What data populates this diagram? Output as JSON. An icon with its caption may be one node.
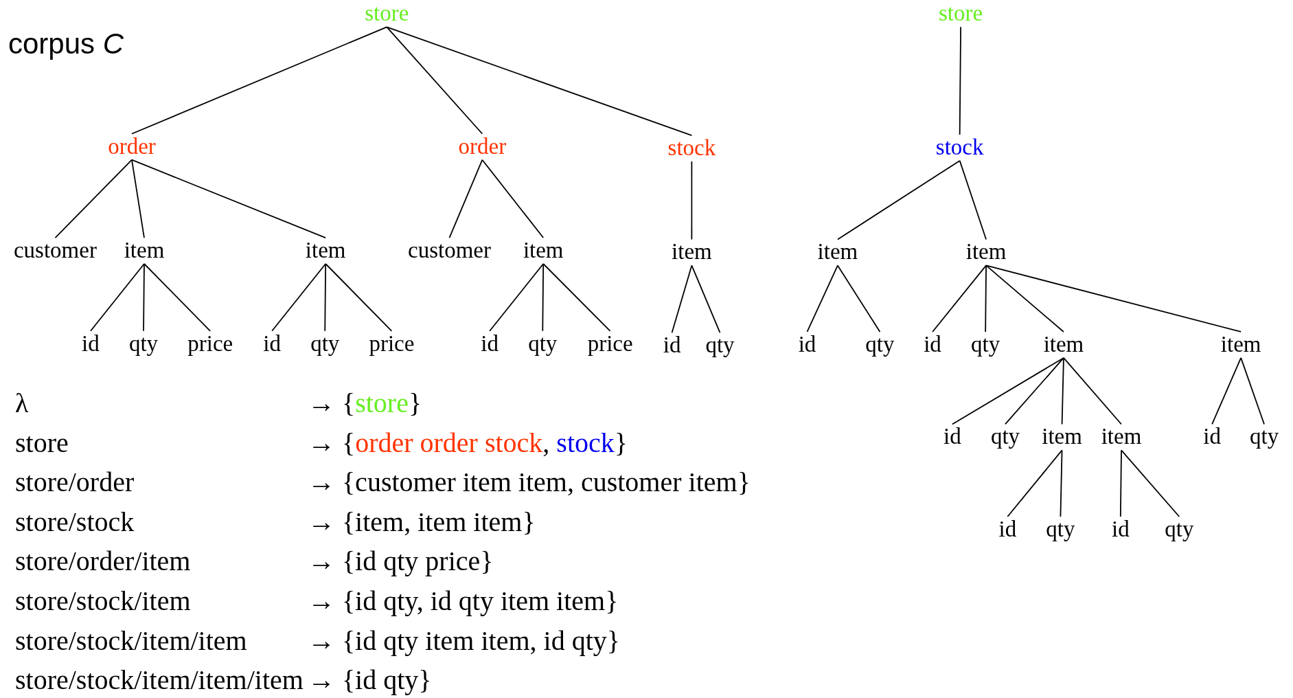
{
  "diagram": {
    "nodes": [
      {
        "text": [
          "store"
        ]
      },
      {
        "text": [
          "order"
        ]
      },
      {
        "text": [
          "order"
        ]
      },
      {
        "text": [
          "stock"
        ]
      },
      {
        "text": [
          "customer"
        ]
      },
      {
        "text": [
          "item"
        ]
      },
      {
        "text": [
          "item"
        ]
      },
      {
        "text": [
          "id"
        ]
      },
      {
        "text": [
          "qty"
        ]
      },
      {
        "text": [
          "price"
        ]
      },
      {
        "text": [
          "id"
        ]
      },
      {
        "text": [
          "qty"
        ]
      },
      {
        "text": [
          "price"
        ]
      },
      {
        "text": [
          "customer"
        ]
      },
      {
        "text": [
          "item"
        ]
      },
      {
        "text": [
          "id"
        ]
      },
      {
        "text": [
          "qty"
        ]
      },
      {
        "text": [
          "price"
        ]
      },
      {
        "text": [
          "item"
        ]
      },
      {
        "text": [
          "id"
        ]
      },
      {
        "text": [
          "qty"
        ]
      },
      {
        "text": [
          "store"
        ]
      },
      {
        "text": [
          "stock"
        ]
      },
      {
        "text": [
          "item"
        ]
      },
      {
        "text": [
          "item"
        ]
      },
      {
        "text": [
          "id"
        ]
      },
      {
        "text": [
          "qty"
        ]
      },
      {
        "text": [
          "id"
        ]
      },
      {
        "text": [
          "qty"
        ]
      },
      {
        "text": [
          "item"
        ]
      },
      {
        "text": [
          "item"
        ]
      },
      {
        "text": [
          "id"
        ]
      },
      {
        "text": [
          "qty"
        ]
      },
      {
        "text": [
          "item"
        ]
      },
      {
        "text": [
          "item"
        ]
      },
      {
        "text": [
          "id"
        ]
      },
      {
        "text": [
          "qty"
        ]
      },
      {
        "text": [
          "id"
        ]
      },
      {
        "text": [
          "qty"
        ]
      },
      {
        "text": [
          "id"
        ]
      },
      {
        "text": [
          "qty"
        ]
      }
    ],
    "edges": [
      {
        "from": 0,
        "to": 1,
        "arrow": "none"
      },
      {
        "from": 0,
        "to": 2,
        "arrow": "none"
      },
      {
        "from": 0,
        "to": 3,
        "arrow": "none"
      },
      {
        "from": 1,
        "to": 4,
        "arrow": "none"
      },
      {
        "from": 1,
        "to": 5,
        "arrow": "none"
      },
      {
        "from": 1,
        "to": 6,
        "arrow": "none"
      },
      {
        "from": 5,
        "to": 7,
        "arrow": "none"
      },
      {
        "from": 5,
        "to": 8,
        "arrow": "none"
      },
      {
        "from": 5,
        "to": 9,
        "arrow": "none"
      },
      {
        "from": 6,
        "to": 10,
        "arrow": "none"
      },
      {
        "from": 6,
        "to": 11,
        "arrow": "none"
      },
      {
        "from": 6,
        "to": 12,
        "arrow": "none"
      },
      {
        "from": 2,
        "to": 13,
        "arrow": "none"
      },
      {
        "from": 2,
        "to": 14,
        "arrow": "none"
      },
      {
        "from": 14,
        "to": 15,
        "arrow": "none"
      },
      {
        "from": 14,
        "to": 16,
        "arrow": "none"
      },
      {
        "from": 14,
        "to": 17,
        "arrow": "none"
      },
      {
        "from": 3,
        "to": 18,
        "arrow": "none"
      },
      {
        "from": 18,
        "to": 19,
        "arrow": "none"
      },
      {
        "from": 18,
        "to": 20,
        "arrow": "none"
      },
      {
        "from": 21,
        "to": 22,
        "arrow": "none"
      },
      {
        "from": 22,
        "to": 23,
        "arrow": "none"
      },
      {
        "from": 22,
        "to": 24,
        "arrow": "none"
      },
      {
        "from": 23,
        "to": 25,
        "arrow": "none"
      },
      {
        "from": 23,
        "to": 26,
        "arrow": "none"
      },
      {
        "from": 24,
        "to": 27,
        "arrow": "none"
      },
      {
        "from": 24,
        "to": 28,
        "arrow": "none"
      },
      {
        "from": 24,
        "to": 29,
        "arrow": "none"
      },
      {
        "from": 24,
        "to": 30,
        "arrow": "none"
      },
      {
        "from": 29,
        "to": 31,
        "arrow": "none"
      },
      {
        "from": 29,
        "to": 32,
        "arrow": "none"
      },
      {
        "from": 29,
        "to": 33,
        "arrow": "none"
      },
      {
        "from": 29,
        "to": 34,
        "arrow": "none"
      },
      {
        "from": 30,
        "to": 35,
        "arrow": "none"
      },
      {
        "from": 30,
        "to": 36,
        "arrow": "none"
      },
      {
        "from": 33,
        "to": 37,
        "arrow": "none"
      },
      {
        "from": 33,
        "to": 38,
        "arrow": "none"
      },
      {
        "from": 34,
        "to": 39,
        "arrow": "none"
      },
      {
        "from": 34,
        "to": 40,
        "arrow": "none"
      }
    ],
    "labels": [
      "corpus *C*",
      "λ",
      "→ {",
      "store",
      "}",
      "store",
      "→ {",
      "order order stock",
      ",",
      "stock",
      "}",
      "store/order",
      "→ {customer item item, customer item}",
      "store/stock",
      "→ {item, item item}",
      "store/order/item",
      "→ {id qty price}",
      "store/stock/item",
      "→ {id qty, id qty item item}",
      "store/stock/item/item",
      "→ {id qty item item, id qty}",
      "store/stock/item/item/item",
      "→ {id qty}"
    ]
  }
}
